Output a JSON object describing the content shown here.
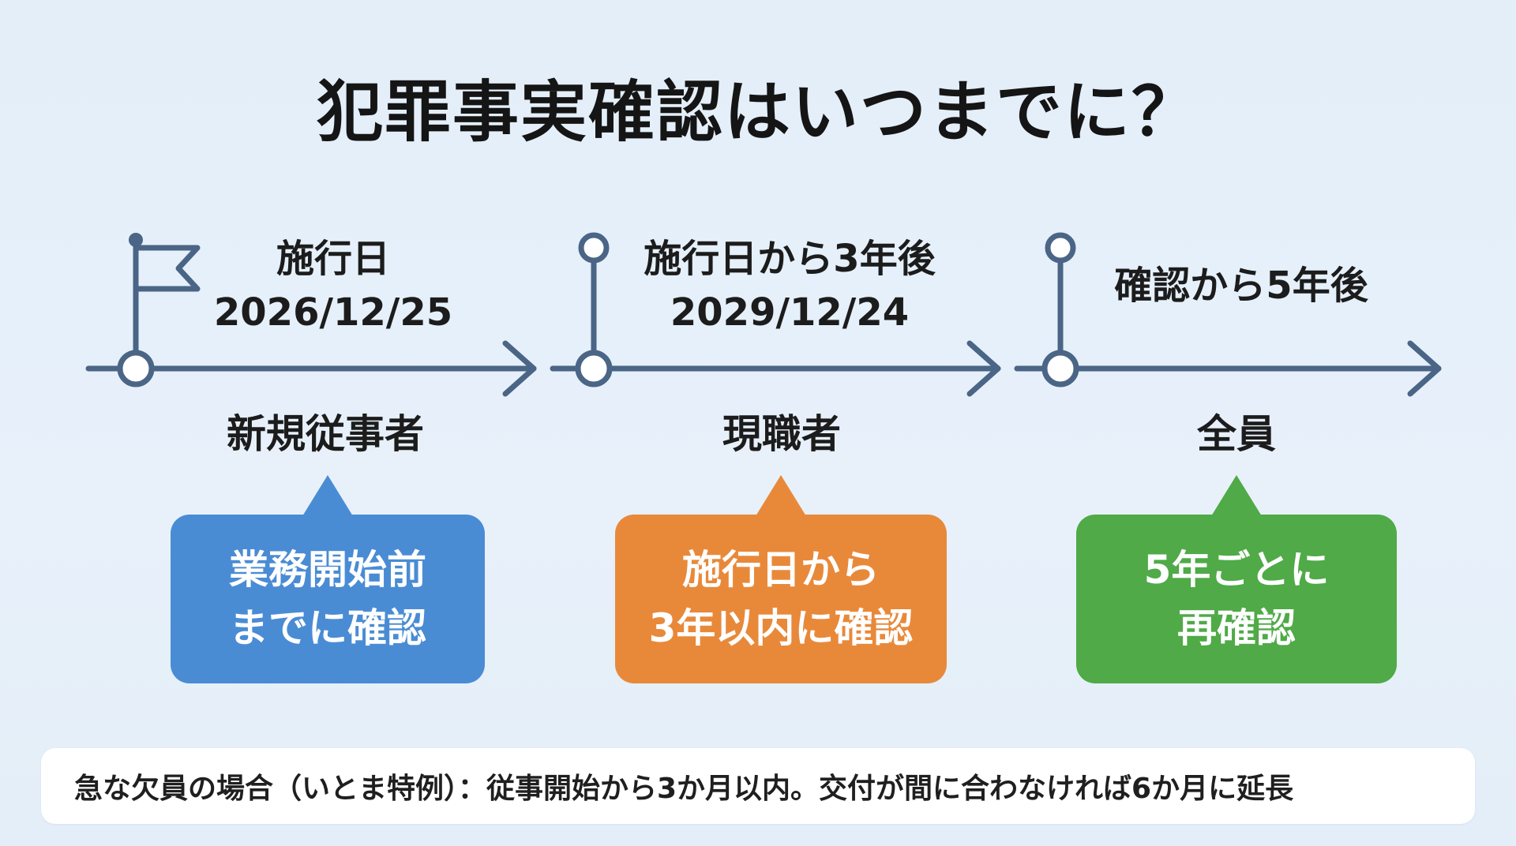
{
  "title": "犯罪事実確認はいつまでに？",
  "colors": {
    "line": "#4a6585",
    "blue": "#4a8cd4",
    "orange": "#e8893a",
    "green": "#4faa47"
  },
  "stages": [
    {
      "marker": "flag-icon",
      "heading_line1": "施行日",
      "heading_line2": "2026/12/25",
      "target": "新規従事者",
      "bubble_line1": "業務開始前",
      "bubble_line2": "までに確認",
      "bubble_color": "#4a8cd4"
    },
    {
      "marker": "pin-icon",
      "heading_line1": "施行日から3年後",
      "heading_line2": "2029/12/24",
      "target": "現職者",
      "bubble_line1": "施行日から",
      "bubble_line2": "3年以内に確認",
      "bubble_color": "#e8893a"
    },
    {
      "marker": "pin-icon",
      "heading_line1": "確認から5年後",
      "target": "全員",
      "bubble_line1": "5年ごとに",
      "bubble_line2": "再確認",
      "bubble_color": "#4faa47"
    }
  ],
  "note": "急な欠員の場合（いとま特例）：従事開始から3か月以内。交付が間に合わなければ6か月に延長"
}
